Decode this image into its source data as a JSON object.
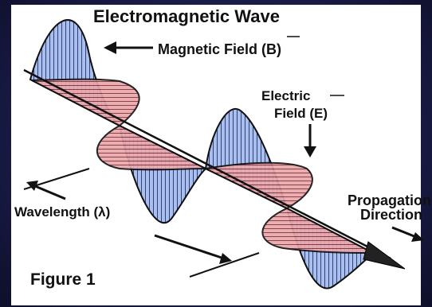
{
  "title": "Electromagnetic Wave",
  "labels": {
    "magnetic_field": "Magnetic Field (B)",
    "electric_field_line1": "Electric",
    "electric_field_line2": "Field  (E)",
    "propagation_line1": "Propagation",
    "propagation_line2": "Direction",
    "wavelength": "Wavelength (λ)",
    "figure": "Figure 1"
  },
  "colors": {
    "magnetic_fill": "#a9c0ee",
    "electric_fill": "#e8a9ad",
    "overlap_fill": "#9a7fc4",
    "outline": "#111111",
    "background": "#1b1d4a"
  }
}
